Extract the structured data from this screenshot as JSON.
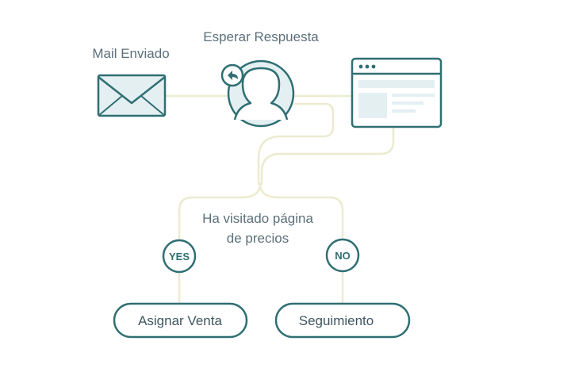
{
  "diagram": {
    "mail_label": "Mail Enviado",
    "wait_label": "Esperar Respuesta",
    "question_line1": "Ha visitado página",
    "question_line2": "de precios",
    "yes_label": "YES",
    "no_label": "NO",
    "yes_outcome": "Asignar Venta",
    "no_outcome": "Seguimiento"
  },
  "colors": {
    "stroke": "#2f6f73",
    "connector": "#ecebcf",
    "icon_fill": "#e4eff2",
    "text": "#5b6f7a"
  },
  "icons": {
    "mail": "envelope-icon",
    "wait": "user-avatar-icon",
    "reply": "reply-arrow-icon",
    "page": "browser-window-icon"
  }
}
